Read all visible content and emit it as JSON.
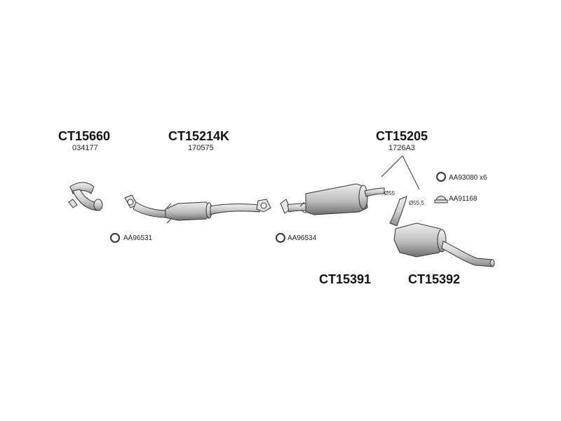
{
  "parts": {
    "front_pipe": {
      "code": "CT15660",
      "sub": "034177"
    },
    "catalyst": {
      "code": "CT15214K",
      "sub": "170575"
    },
    "kit": {
      "code": "CT15205",
      "sub": "1726A3"
    },
    "center_silencer": {
      "code": "CT15391"
    },
    "rear_silencer": {
      "code": "CT15392"
    }
  },
  "accessories": {
    "gasket_front": "AA96531",
    "gasket_mid": "AA96534",
    "ring": "AA93080 x6",
    "clamp": "AA91168"
  },
  "dimensions": {
    "d1": "Ø55",
    "d2": "Ø55,5"
  },
  "colors": {
    "line": "#333333",
    "fill": "#d9d9d9",
    "fill_dark": "#9a9a9a"
  }
}
